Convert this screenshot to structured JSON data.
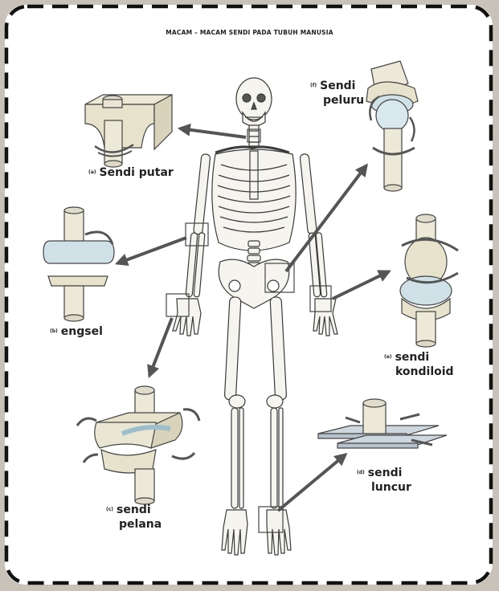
{
  "title": "MACAM – MACAM SENDI PADA TUBUH MANUSIA",
  "labels": {
    "peluru": {
      "marker": "(f)",
      "line1": "Sendi",
      "line2": "peluru"
    },
    "putar": {
      "marker": "(a)",
      "text": "Sendi putar"
    },
    "engsel": {
      "marker": "(b)",
      "text": "engsel"
    },
    "kondiloid": {
      "marker": "(e)",
      "line1": "sendi",
      "line2": "kondiloid"
    },
    "luncur": {
      "marker": "(d)",
      "line1": "sendi",
      "line2": "luncur"
    },
    "pelana": {
      "marker": "(c)",
      "line1": "sendi",
      "line2": "pelana"
    }
  },
  "colors": {
    "frame_bg": "#c8c2b8",
    "dash": "#111111",
    "bone": "#f2efe4",
    "joint_body": "#e9e6d3",
    "joint_cartilage": "#bcd6df",
    "arrow": "#555555",
    "outline": "#333333"
  }
}
